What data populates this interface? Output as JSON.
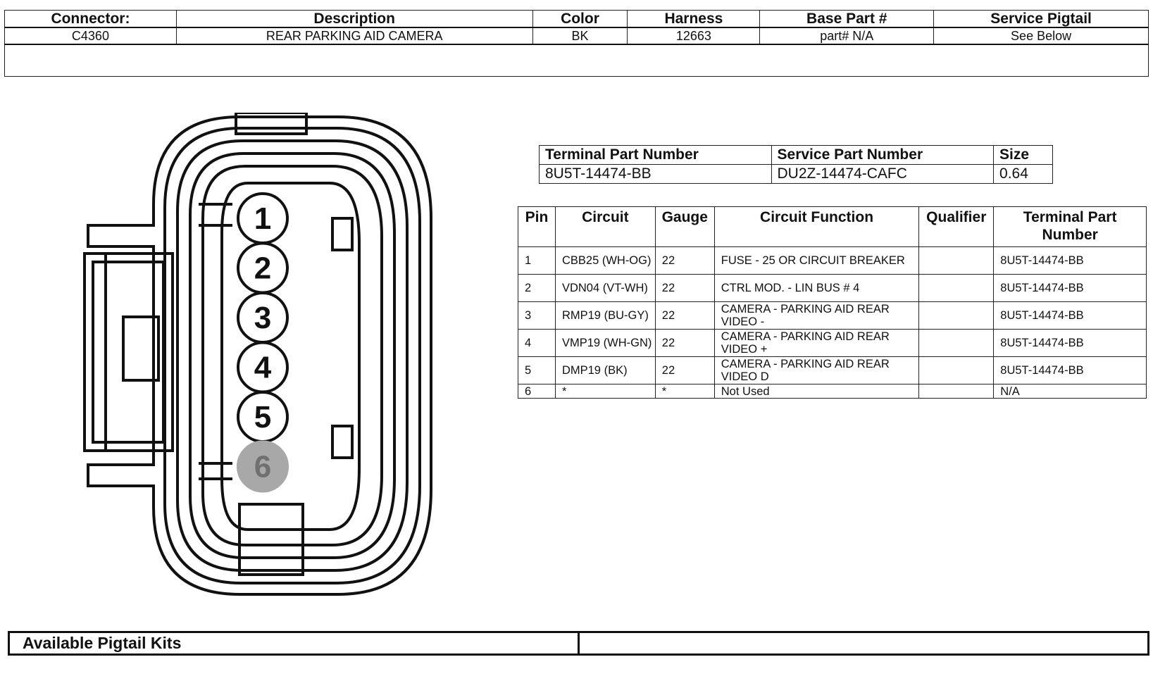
{
  "connector_table": {
    "headers": [
      "Connector:",
      "Description",
      "Color",
      "Harness",
      "Base Part #",
      "Service Pigtail"
    ],
    "row": [
      "C4360",
      "REAR PARKING AID CAMERA",
      "BK",
      "12663",
      "part# N/A",
      "See Below"
    ]
  },
  "connector_diagram": {
    "pins": [
      "1",
      "2",
      "3",
      "4",
      "5",
      "6"
    ],
    "unused_pin_color": "#a8a8a8",
    "active_pin_color": "#ffffff"
  },
  "terminal_table": {
    "headers": [
      "Terminal Part Number",
      "Service Part Number",
      "Size"
    ],
    "row": [
      "8U5T-14474-BB",
      "DU2Z-14474-CAFC",
      "0.64"
    ]
  },
  "pin_table": {
    "headers": [
      "Pin",
      "Circuit",
      "Gauge",
      "Circuit Function",
      "Qualifier",
      "Terminal Part Number"
    ],
    "rows": [
      [
        "1",
        "CBB25 (WH-OG)",
        "22",
        "FUSE - 25 OR CIRCUIT BREAKER",
        "",
        "8U5T-14474-BB"
      ],
      [
        "2",
        "VDN04 (VT-WH)",
        "22",
        "CTRL MOD. - LIN BUS # 4",
        "",
        "8U5T-14474-BB"
      ],
      [
        "3",
        "RMP19 (BU-GY)",
        "22",
        "CAMERA - PARKING AID REAR VIDEO -",
        "",
        "8U5T-14474-BB"
      ],
      [
        "4",
        "VMP19 (WH-GN)",
        "22",
        "CAMERA - PARKING AID REAR VIDEO +",
        "",
        "8U5T-14474-BB"
      ],
      [
        "5",
        "DMP19 (BK)",
        "22",
        "CAMERA - PARKING AID REAR VIDEO D",
        "",
        "8U5T-14474-BB"
      ],
      [
        "6",
        "*",
        "*",
        "Not Used",
        "",
        "N/A"
      ]
    ]
  },
  "pigtail_table": {
    "title": "Available Pigtail Kits",
    "value": ""
  }
}
